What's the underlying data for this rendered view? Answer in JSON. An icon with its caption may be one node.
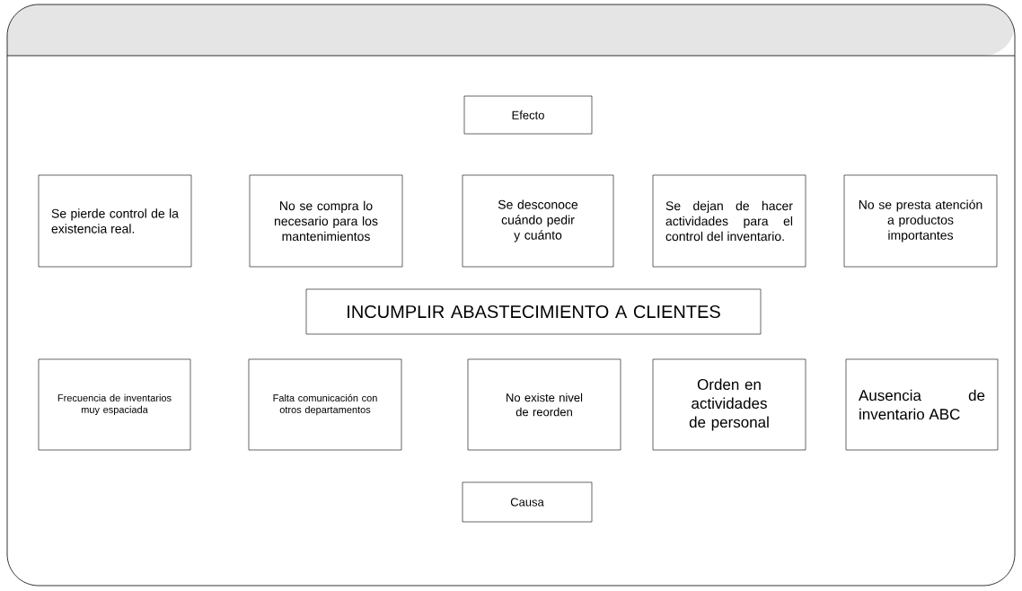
{
  "diagram": {
    "nodes": [
      {
        "text": [
          "Efecto"
        ]
      },
      {
        "text": [
          "Se pierde control de la existencia real."
        ]
      },
      {
        "text": [
          "No se compra lo necesario para los mantenimientos"
        ]
      },
      {
        "text": [
          "Se desconoce cuándo pedir y cuánto"
        ]
      },
      {
        "text": [
          "Se dejan de hacer actividades para el control del inventario."
        ]
      },
      {
        "text": [
          "No se presta atención a productos importantes"
        ]
      },
      {
        "text": [
          "INCUMPLIR ABASTECIMIENTO A CLIENTES"
        ]
      },
      {
        "text": [
          "Frecuencia de inventarios muy espaciada"
        ]
      },
      {
        "text": [
          "Falta comunicación con otros departamentos"
        ]
      },
      {
        "text": [
          "No existe nivel de reorden"
        ]
      },
      {
        "text": [
          "Orden en actividades de personal"
        ]
      },
      {
        "text": [
          "Ausencia de inventario ABC"
        ]
      },
      {
        "text": [
          "Causa"
        ]
      }
    ]
  }
}
